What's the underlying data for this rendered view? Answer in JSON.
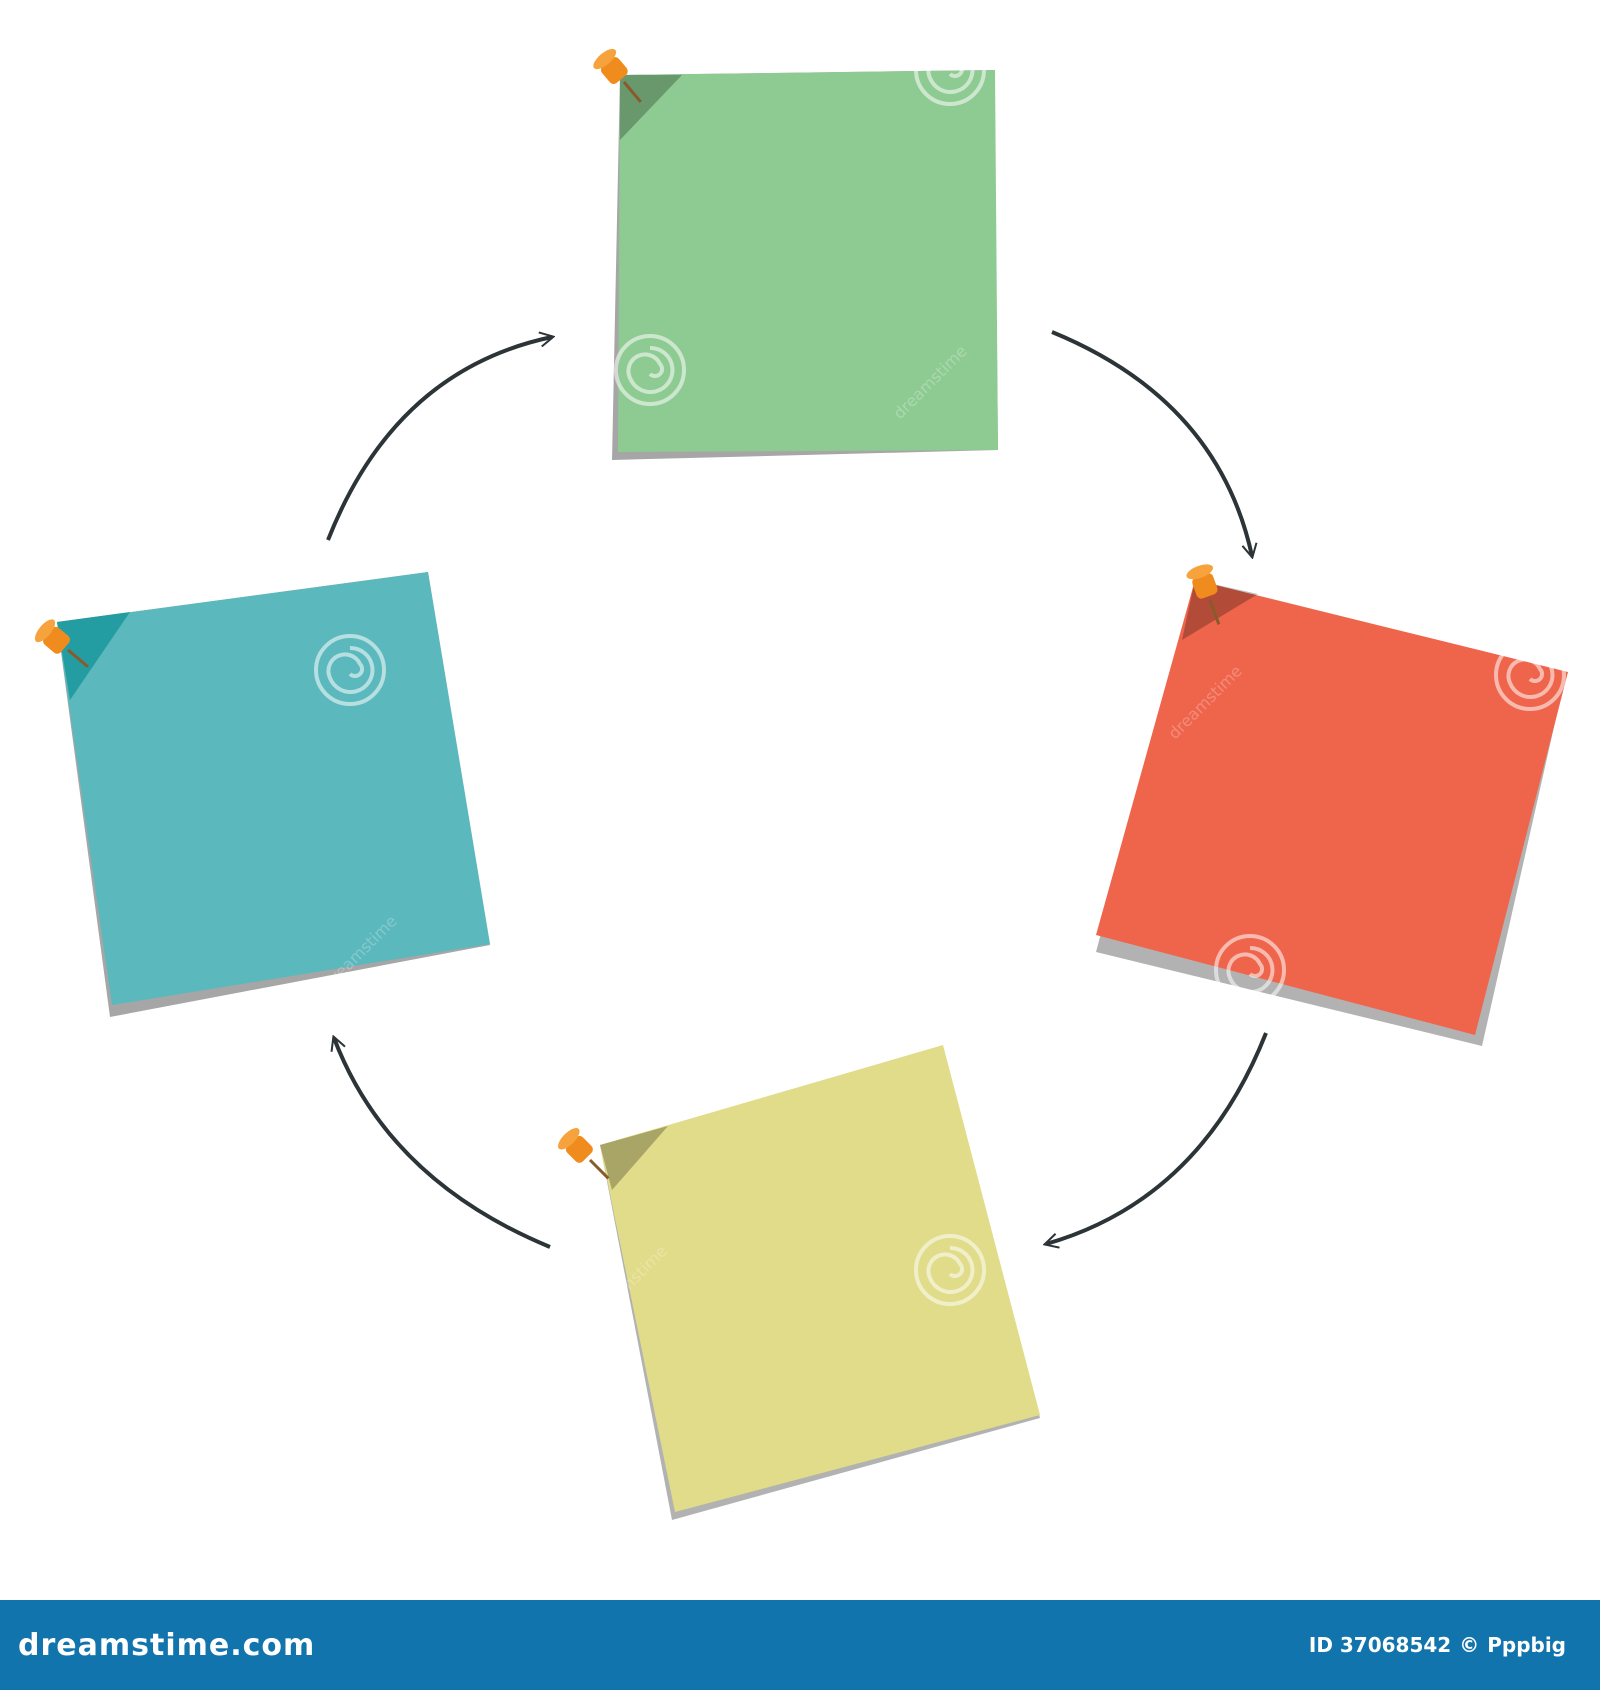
{
  "colors": {
    "note_green": "#8ecb92",
    "note_red": "#ef654c",
    "note_yellow": "#e1dc89",
    "note_teal": "#5bb8bd",
    "arrow": "#2c3437",
    "pin": "#f08c1e",
    "footer_bg": "#1274ad"
  },
  "notes": [
    {
      "id": "green",
      "color_key": "note_green"
    },
    {
      "id": "red",
      "color_key": "note_red"
    },
    {
      "id": "yellow",
      "color_key": "note_yellow"
    },
    {
      "id": "teal",
      "color_key": "note_teal"
    }
  ],
  "arrows": [
    {
      "from": "teal",
      "to": "green"
    },
    {
      "from": "green",
      "to": "red"
    },
    {
      "from": "red",
      "to": "yellow"
    },
    {
      "from": "yellow",
      "to": "teal"
    }
  ],
  "watermark": {
    "text": "dreamstime",
    "icon": "spiral-logo-icon"
  },
  "footer": {
    "brand": "dreamstime.com",
    "id_label": "ID 37068542",
    "copyright_symbol": "©",
    "author": "Pppbig"
  }
}
